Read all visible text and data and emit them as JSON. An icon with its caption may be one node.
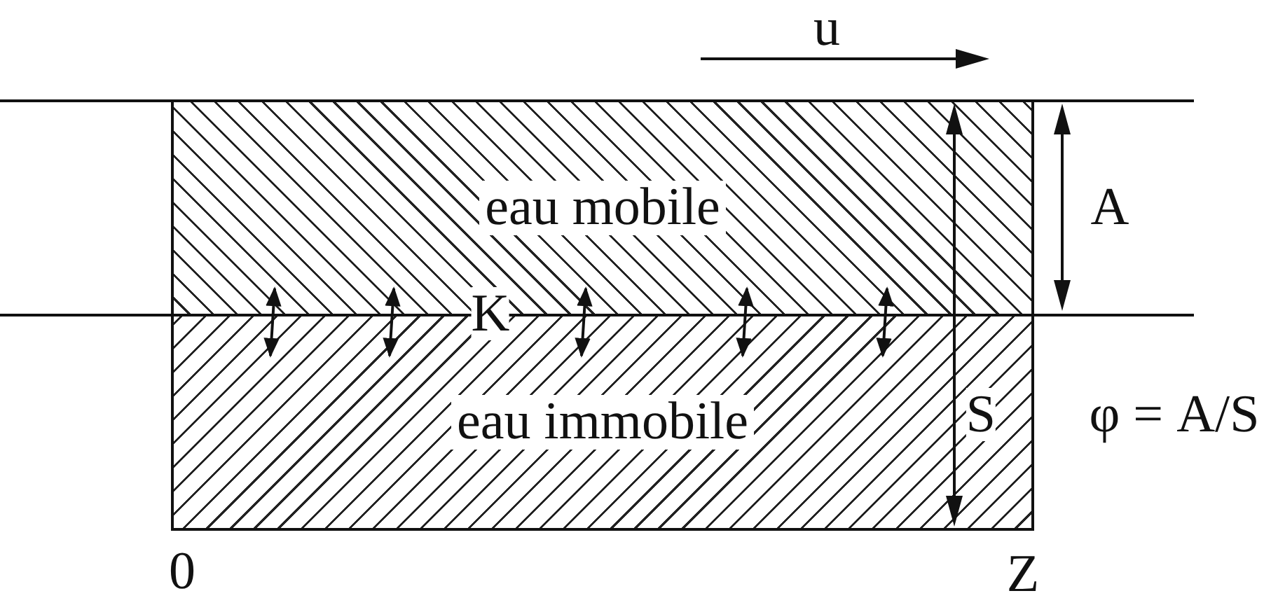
{
  "diagram": {
    "nodes": [
      {
        "text": [
          "eau mobile"
        ]
      },
      {
        "text": [
          "eau immobile"
        ]
      }
    ],
    "edges": [
      {
        "from": 1,
        "to": 0,
        "arrow": "both"
      },
      {
        "from": 1,
        "to": 0,
        "arrow": "both"
      },
      {
        "from": 1,
        "to": 0,
        "arrow": "both"
      },
      {
        "from": 1,
        "to": 0,
        "arrow": "both"
      },
      {
        "from": 1,
        "to": 0,
        "arrow": "both"
      }
    ],
    "labels": [
      "u",
      "K",
      "A",
      "S",
      "φ = A/S",
      "0",
      "Z"
    ]
  }
}
